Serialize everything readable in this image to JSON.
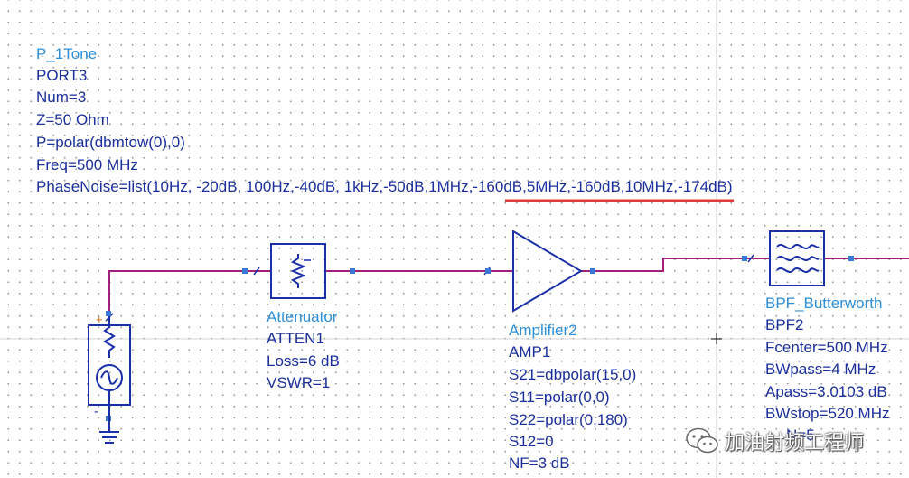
{
  "port": {
    "name": "P_1Tone",
    "id": "PORT3",
    "num": "Num=3",
    "z": "Z=50 Ohm",
    "p": "P=polar(dbmtow(0),0)",
    "freq": "Freq=500 MHz",
    "phase_noise": "PhaseNoise=list(10Hz, -20dB, 100Hz,-40dB, 1kHz,-50dB,1MHz,-160dB,5MHz,-160dB,10MHz,-174dB)"
  },
  "attenuator": {
    "name": "Attenuator",
    "id": "ATTEN1",
    "loss": "Loss=6 dB",
    "vswr": "VSWR=1"
  },
  "amplifier": {
    "name": "Amplifier2",
    "id": "AMP1",
    "s21": "S21=dbpolar(15,0)",
    "s11": "S11=polar(0,0)",
    "s22": "S22=polar(0,180)",
    "s12": "S12=0",
    "nf": "NF=3 dB"
  },
  "filter": {
    "name": "BPF_Butterworth",
    "id": "BPF2",
    "fcenter": "Fcenter=500 MHz",
    "bwpass": "BWpass=4 MHz",
    "apass": "Apass=3.0103 dB",
    "bwstop": "BWstop=520 MHz",
    "extra": "N=5"
  },
  "source_marks": {
    "plus": "+",
    "minus": "-"
  },
  "watermark": {
    "text": "加油射频工程师"
  },
  "colors": {
    "wire": "#a0207a",
    "component": "#1a2fa8",
    "name_text": "#2e8fd6",
    "param_text": "#1a2f9c",
    "underline": "#e53935",
    "pin": "#3a78d8"
  }
}
